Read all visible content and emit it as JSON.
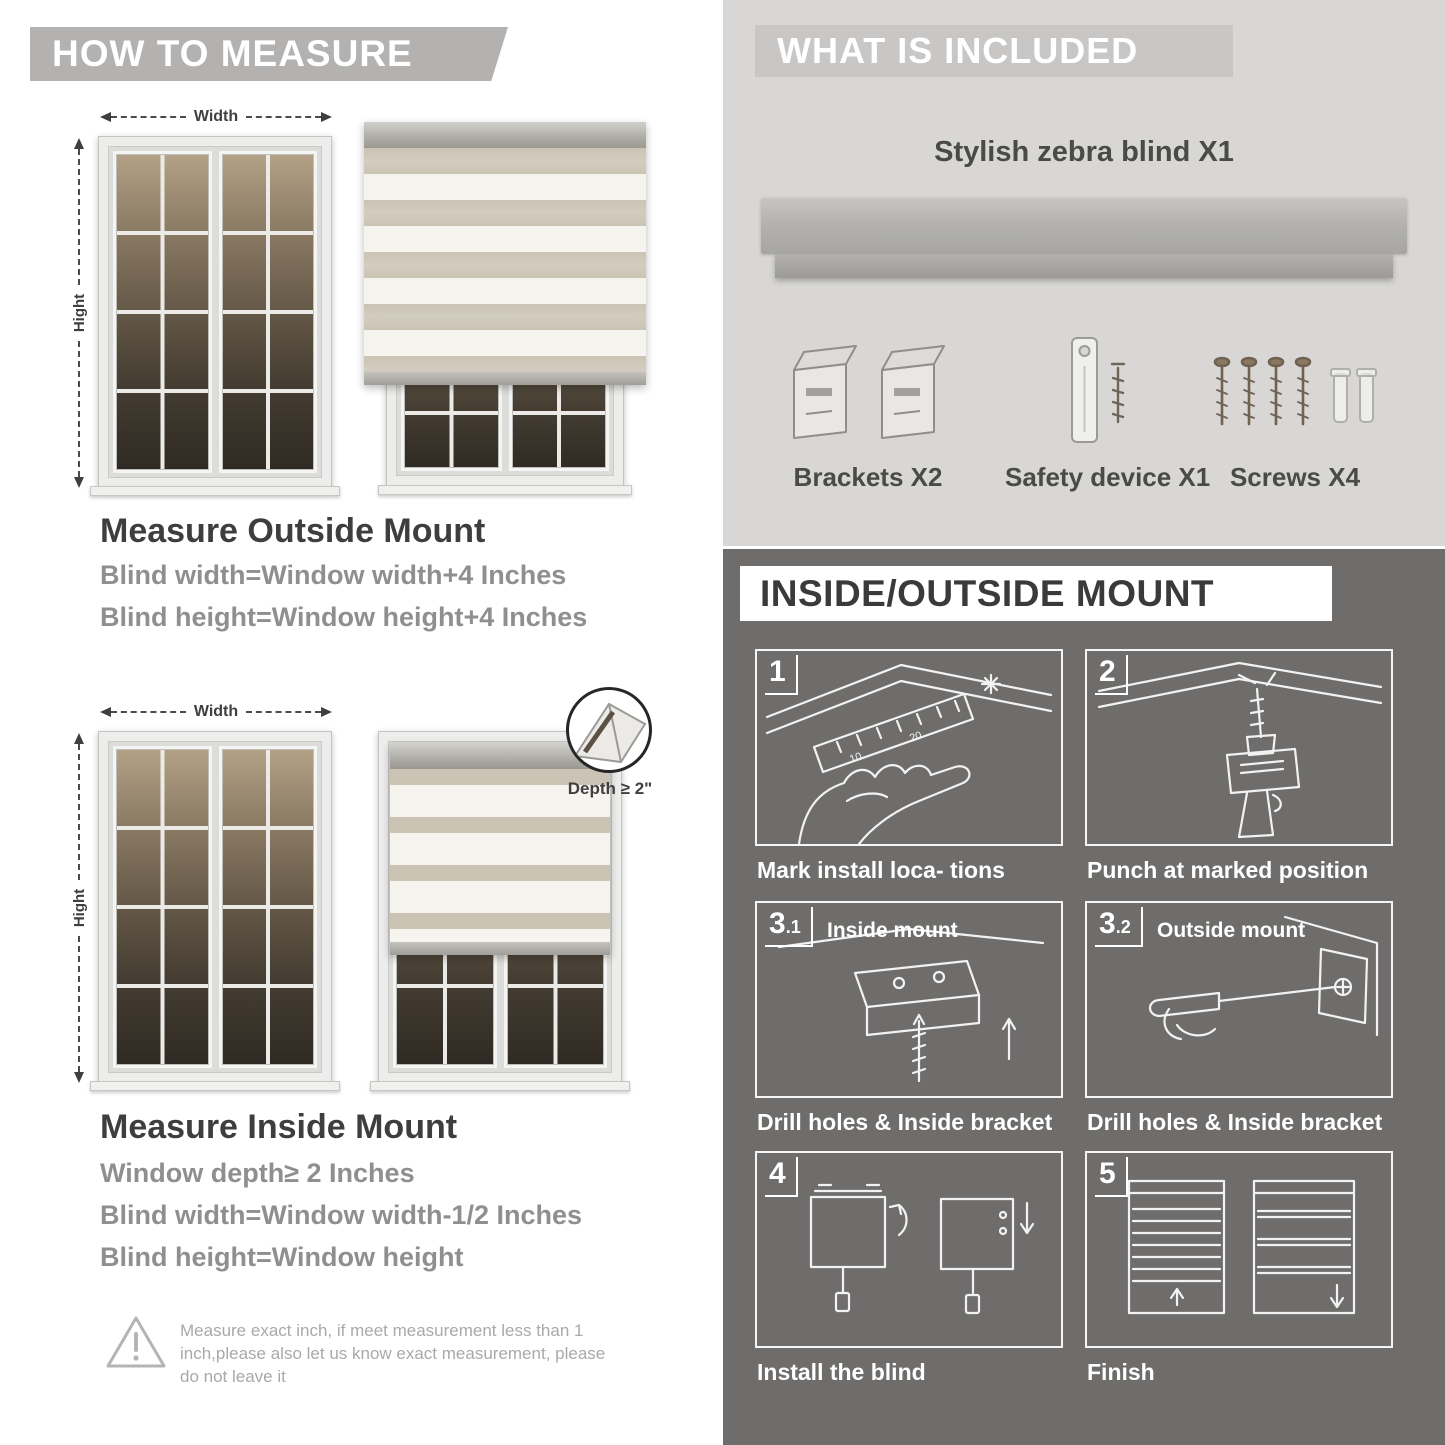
{
  "colors": {
    "banner_gray": "#b3b2b0",
    "included_bg": "#d8d7d5",
    "included_banner": "#c8c7c5",
    "mount_bg": "#6e6d6c",
    "heading_dark": "#3e3e3e",
    "body_gray": "#8f8f8f",
    "stripe_taupe": "#cbc4b5",
    "stripe_sheer": "#f6f4ef"
  },
  "measure": {
    "header": "HOW TO MEASURE",
    "outside": {
      "width_label": "Width",
      "height_label": "Hight",
      "title": "Measure Outside Mount",
      "line1": "Blind width=Window width+4 Inches",
      "line2": "Blind height=Window height+4 Inches"
    },
    "inside": {
      "width_label": "Width",
      "height_label": "Hight",
      "depth_label": "Depth ≥ 2\"",
      "title": "Measure Inside Mount",
      "line1": "Window depth≥ 2 Inches",
      "line2": "Blind width=Window width-1/2 Inches",
      "line3": "Blind height=Window height"
    },
    "warning_text": "Measure exact inch, if meet measurement less than 1 inch,please also let us know exact measurement, please do not leave it"
  },
  "included": {
    "header": "WHAT IS INCLUDED",
    "blind_label": "Stylish zebra blind X1",
    "items": [
      {
        "label": "Brackets X2",
        "icon": "brackets-icon"
      },
      {
        "label": "Safety device X1",
        "icon": "safety-device-icon"
      },
      {
        "label": "Screws X4",
        "icon": "screws-icon"
      }
    ]
  },
  "mount": {
    "header": "INSIDE/OUTSIDE MOUNT",
    "steps": [
      {
        "num": "1",
        "caption": "Mark install loca- tions"
      },
      {
        "num": "2",
        "caption": "Punch at  marked position"
      },
      {
        "num": "3",
        "sub": ".1",
        "label": "Inside mount",
        "caption": "Drill holes &  Inside bracket"
      },
      {
        "num": "3",
        "sub": ".2",
        "label": "Outside mount",
        "caption": "Drill holes &  Inside bracket"
      },
      {
        "num": "4",
        "caption": "Install the blind"
      },
      {
        "num": "5",
        "caption": "Finish"
      }
    ]
  }
}
